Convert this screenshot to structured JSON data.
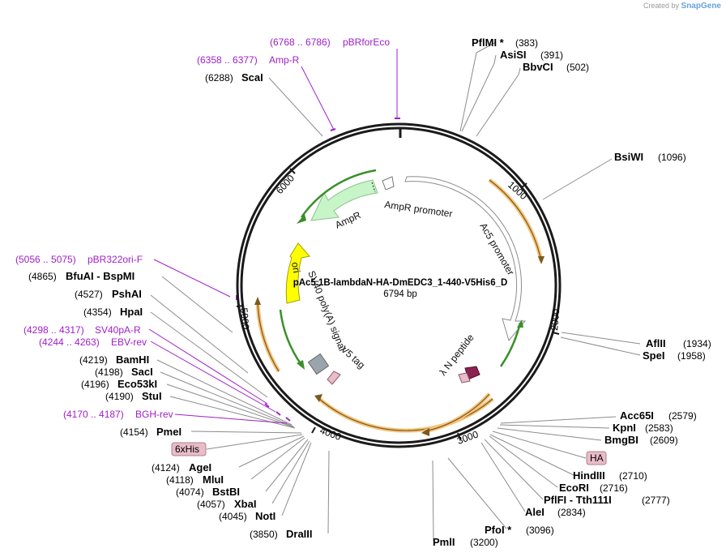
{
  "branding": {
    "created_by": "Created by",
    "product": "SnapGene"
  },
  "plasmid": {
    "name": "pAc5.1B-lambdaN-HA-DmEDC3_1-440-V5His6_D",
    "length_label": "6794 bp"
  },
  "scale_ticks": [
    "1000",
    "2000",
    "3000",
    "4000",
    "5000",
    "6000"
  ],
  "features": [
    {
      "label": "AmpR promoter"
    },
    {
      "label": "AmpR"
    },
    {
      "label": "Ac5 promoter"
    },
    {
      "label": "ori"
    },
    {
      "label": "SV40 poly(A) signal"
    },
    {
      "label": "V5 tag"
    },
    {
      "label": "λ N peptide"
    }
  ],
  "sites": [
    {
      "name": "PflMI *",
      "pos": "(383)"
    },
    {
      "name": "AsiSI",
      "pos": "(391)"
    },
    {
      "name": "BbvCI",
      "pos": "(502)"
    },
    {
      "name": "BsiWI",
      "pos": "(1096)"
    },
    {
      "name": "AflII",
      "pos": "(1934)"
    },
    {
      "name": "SpeI",
      "pos": "(1958)"
    },
    {
      "name": "Acc65I",
      "pos": "(2579)"
    },
    {
      "name": "KpnI",
      "pos": "(2583)"
    },
    {
      "name": "BmgBI",
      "pos": "(2609)"
    },
    {
      "name": "HA",
      "pos": ""
    },
    {
      "name": "HindIII",
      "pos": "(2710)"
    },
    {
      "name": "EcoRI",
      "pos": "(2716)"
    },
    {
      "name": "PflFI - Tth111I",
      "pos": "(2777)"
    },
    {
      "name": "AleI",
      "pos": "(2834)"
    },
    {
      "name": "PfoI *",
      "pos": "(3096)"
    },
    {
      "name": "PmlI",
      "pos": "(3200)"
    },
    {
      "name": "DraIII",
      "pos": "(3850)"
    },
    {
      "name": "NotI",
      "pos": "(4045)"
    },
    {
      "name": "XbaI",
      "pos": "(4057)"
    },
    {
      "name": "BstBI",
      "pos": "(4074)"
    },
    {
      "name": "MluI",
      "pos": "(4118)"
    },
    {
      "name": "AgeI",
      "pos": "(4124)"
    },
    {
      "name": "6xHis",
      "pos": ""
    },
    {
      "name": "PmeI",
      "pos": "(4154)"
    },
    {
      "name": "StuI",
      "pos": "(4190)"
    },
    {
      "name": "Eco53kI",
      "pos": "(4196)"
    },
    {
      "name": "SacI",
      "pos": "(4198)"
    },
    {
      "name": "BamHI",
      "pos": "(4219)"
    },
    {
      "name": "HpaI",
      "pos": "(4354)"
    },
    {
      "name": "PshAI",
      "pos": "(4527)"
    },
    {
      "name": "BfuAI - BspMI",
      "pos": "(4865)"
    },
    {
      "name": "ScaI",
      "pos": "(6288)"
    }
  ],
  "primers": [
    {
      "name": "pBRforEco",
      "pos": "(6768 .. 6786)"
    },
    {
      "name": "Amp-R",
      "pos": "(6358 .. 6377)"
    },
    {
      "name": "pBR322ori-F",
      "pos": "(5056 .. 5075)"
    },
    {
      "name": "SV40pA-R",
      "pos": "(4298 .. 4317)"
    },
    {
      "name": "EBV-rev",
      "pos": "(4244 .. 4263)"
    },
    {
      "name": "BGH-rev",
      "pos": "(4170 .. 4187)"
    }
  ],
  "colors": {
    "backbone": "#1a1a1a",
    "ampr": "#c8f5c8",
    "promoter": "#ffffff",
    "ori": "#ffff00",
    "orf": "#f7c37a",
    "primer": "#a020c8",
    "tag_box": "#e8bcc8",
    "polyA": "#9aa4ad",
    "lambda": "#8b2252"
  }
}
